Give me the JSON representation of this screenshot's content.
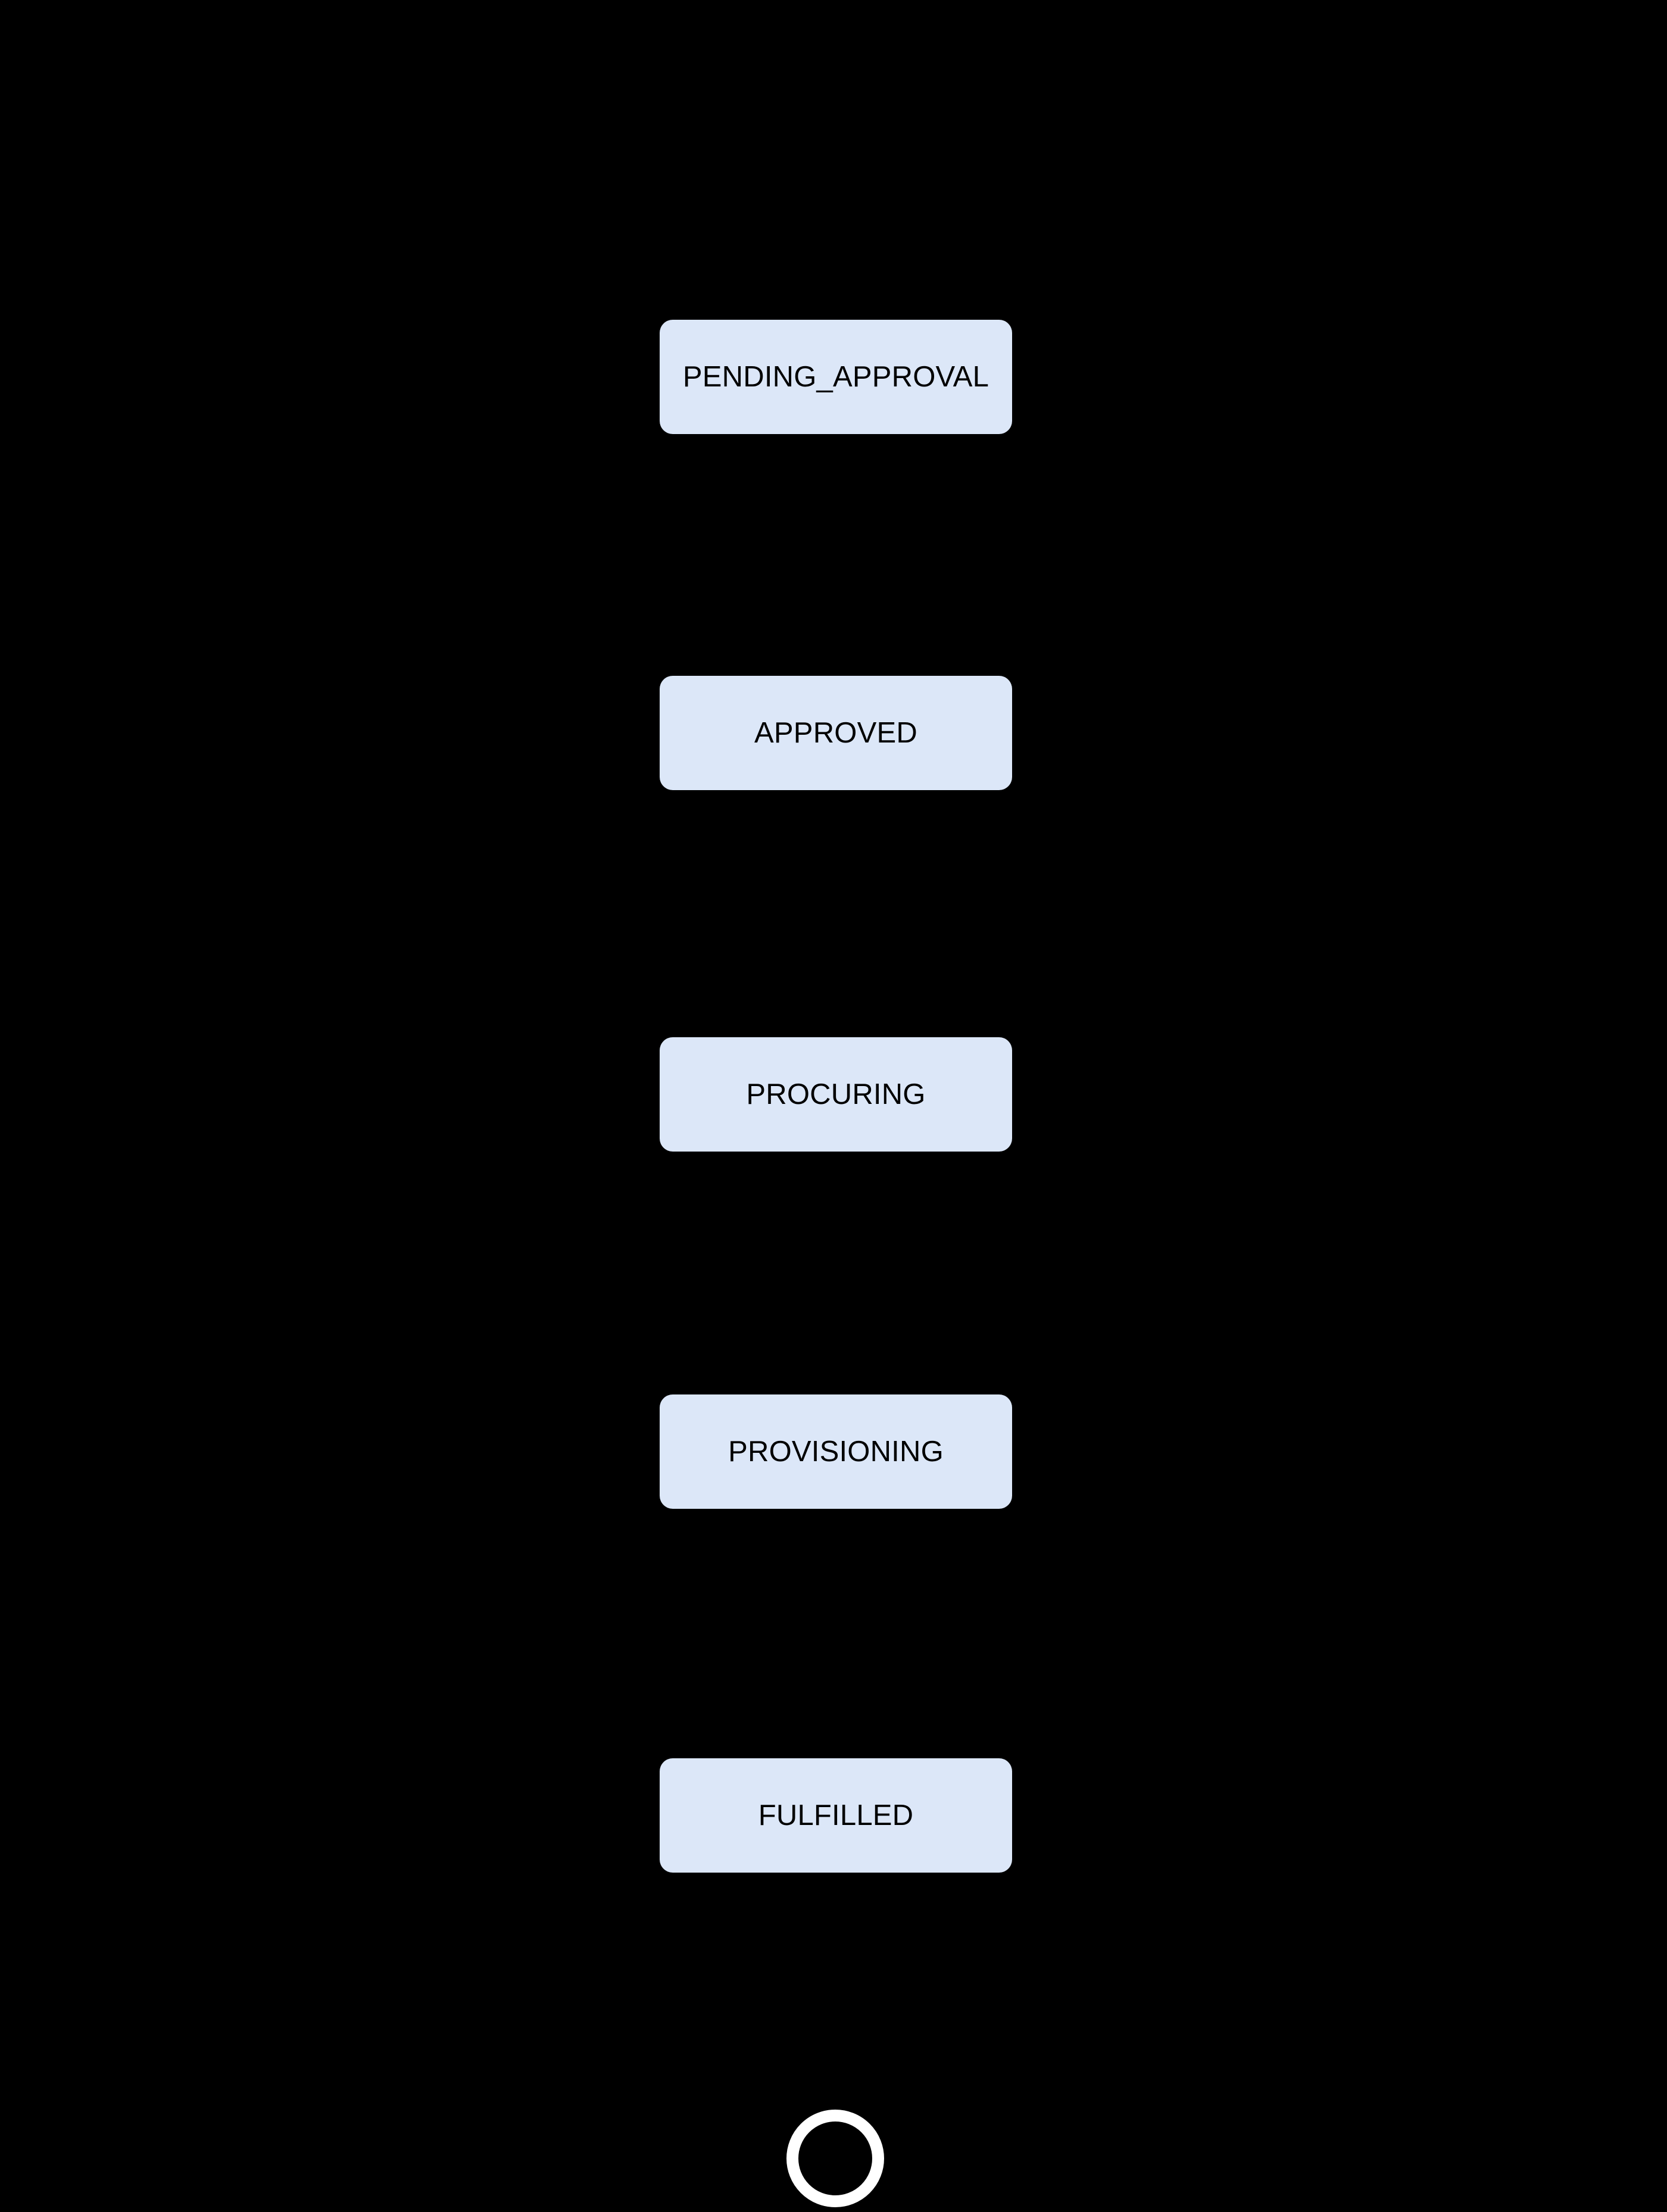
{
  "diagram": {
    "type": "state-diagram",
    "orientation": "vertical-top-to-bottom",
    "background_color": "#000000",
    "node_fill_color": "#dce7f8",
    "node_text_color": "#000000",
    "end_marker_color": "#ffffff",
    "nodes": [
      {
        "id": "pending-approval",
        "label": "PENDING_APPROVAL"
      },
      {
        "id": "approved",
        "label": "APPROVED"
      },
      {
        "id": "procuring",
        "label": "PROCURING"
      },
      {
        "id": "provisioning",
        "label": "PROVISIONING"
      },
      {
        "id": "fulfilled",
        "label": "FULFILLED"
      }
    ],
    "transitions": [
      {
        "from": "pending-approval",
        "to": "approved",
        "label": ""
      },
      {
        "from": "approved",
        "to": "procuring",
        "label": ""
      },
      {
        "from": "procuring",
        "to": "provisioning",
        "label": ""
      },
      {
        "from": "provisioning",
        "to": "fulfilled",
        "label": ""
      },
      {
        "from": "fulfilled",
        "to": "end",
        "label": ""
      }
    ],
    "end_marker": {
      "id": "end",
      "shape": "ring"
    }
  }
}
